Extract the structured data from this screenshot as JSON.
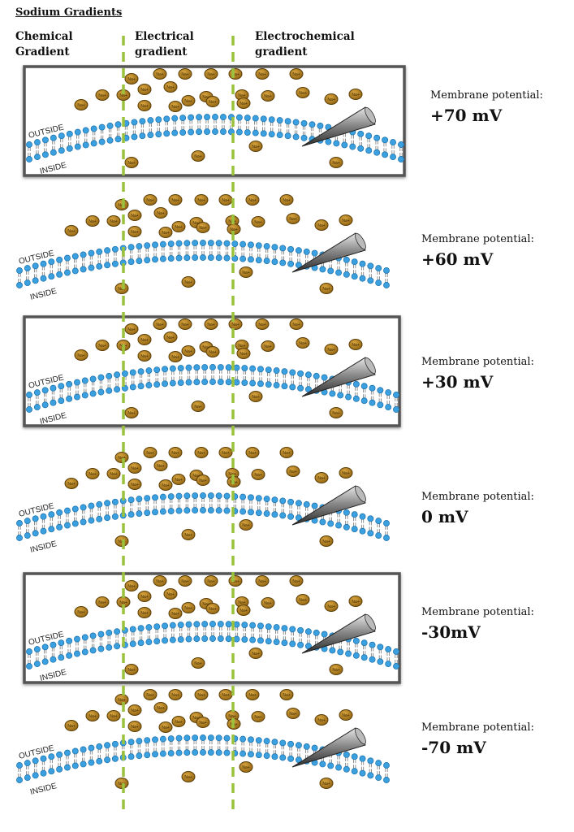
{
  "title": "Sodium Gradients",
  "columns": [
    {
      "label_line1": "Chemical",
      "label_line2": "Gradient"
    },
    {
      "label_line1": "Electrical",
      "label_line2": "gradient"
    },
    {
      "label_line1": "Electrochemical",
      "label_line2": "gradient"
    }
  ],
  "ion_label": "Na+",
  "side_labels": {
    "outside": "OUTSIDE",
    "inside": "INSIDE"
  },
  "panels": [
    {
      "potential_label": "Membrane potential:",
      "potential_value": "+70 mV",
      "framed": true
    },
    {
      "potential_label": "Membrane potential:",
      "potential_value": "+60 mV",
      "framed": false
    },
    {
      "potential_label": "Membrane potential:",
      "potential_value": "+30 mV",
      "framed": true
    },
    {
      "potential_label": "Membrane potential:",
      "potential_value": "0 mV",
      "framed": false
    },
    {
      "potential_label": "Membrane potential:",
      "potential_value": "-30mV",
      "framed": true
    },
    {
      "potential_label": "Membrane potential:",
      "potential_value": "-70 mV",
      "framed": false
    }
  ],
  "colors": {
    "ion_fill": "#b7841f",
    "ion_stroke": "#5a3d06",
    "lipid_head": "#3aa0e0",
    "divider": "#9ac23c",
    "frame": "#555555"
  }
}
